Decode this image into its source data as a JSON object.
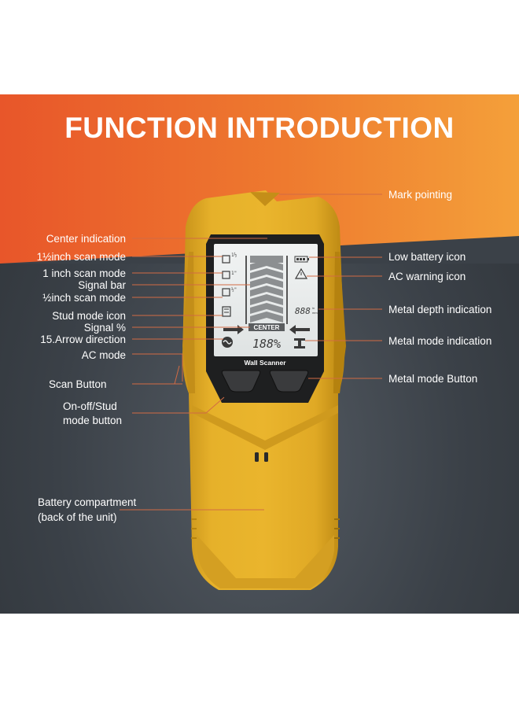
{
  "title": "FUNCTION INTRODUCTION",
  "device": {
    "panel_label": "Wall Scanner",
    "lcd_center": "CENTER",
    "lcd_signal_readout": "188%",
    "lcd_depth_readout": "888"
  },
  "labels_left": {
    "center_indication": "Center indication",
    "scan_1_5": "1½inch scan mode",
    "scan_1": "1 inch scan mode",
    "signal_bar": "Signal bar",
    "scan_half": "½inch scan mode",
    "stud_mode_icon": "Stud mode icon",
    "signal_percent": "Signal %",
    "arrow_direction": "15.Arrow direction",
    "ac_mode": "AC mode",
    "scan_button": "Scan Button",
    "onoff_line1": "On-off/Stud",
    "onoff_line2": "mode button",
    "battery_line1": "Battery compartment",
    "battery_line2": "(back of the unit)"
  },
  "labels_right": {
    "mark_pointing": "Mark pointing",
    "low_battery_icon": "Low battery icon",
    "ac_warning_icon": "AC warning icon",
    "metal_depth": "Metal depth indication",
    "metal_mode_indication": "Metal mode indication",
    "metal_mode_button": "Metal mode Button"
  },
  "colors": {
    "banner_start": "#e8562a",
    "banner_end": "#f4a03a",
    "background": "#3b4148",
    "device_yellow": "#e2ab25",
    "device_shadow": "#b98612",
    "lcd_bg": "#e9ecec",
    "leader": "#d26b44"
  }
}
